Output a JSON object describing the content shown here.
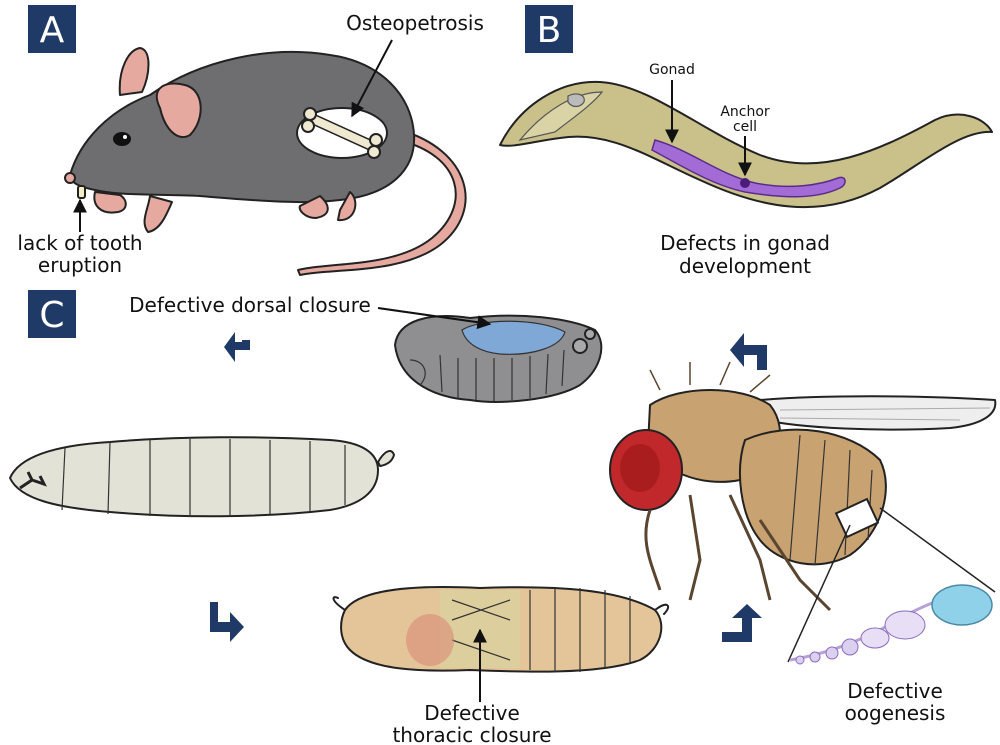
{
  "panels": {
    "a": {
      "letter": "A"
    },
    "b": {
      "letter": "B"
    },
    "c": {
      "letter": "C"
    }
  },
  "mouse": {
    "osteopetrosis": "Osteopetrosis",
    "tooth_line1": "lack of tooth",
    "tooth_line2": "eruption"
  },
  "worm": {
    "gonad": "Gonad",
    "anchor_line1": "Anchor",
    "anchor_line2": "cell",
    "defect_line1": "Defects in gonad",
    "defect_line2": "development"
  },
  "fly_cycle": {
    "dorsal_closure": "Defective dorsal closure",
    "thoracic_line1": "Defective",
    "thoracic_line2": "thoracic closure",
    "oogenesis_line1": "Defective",
    "oogenesis_line2": "oogenesis"
  },
  "colors": {
    "panel_box": "#1f3a66",
    "arrow": "#1f3a66",
    "mouse_body": "#6e6e70",
    "mouse_pink": "#e6a9a0",
    "worm_body": "#c9c08a",
    "gonad": "#a36bd6",
    "embryo_gray": "#8f8f92",
    "embryo_blue": "#7fa8d6",
    "larva": "#e3e2d6",
    "pupa": "#e4c59a",
    "fly_body": "#c8a271",
    "fly_eye": "#c0282b",
    "ovary": "#8fd1e8"
  }
}
